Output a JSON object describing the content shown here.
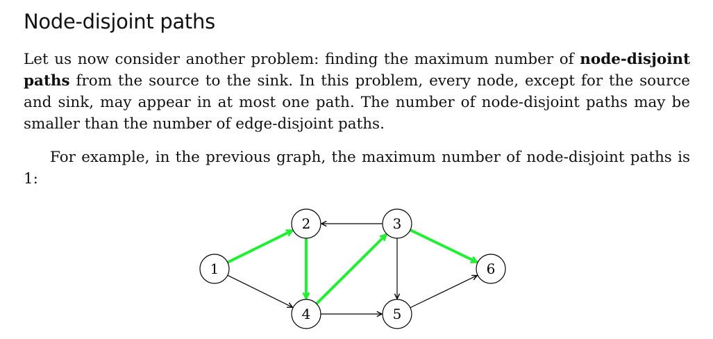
{
  "heading": "Node-disjoint paths",
  "paragraph1": {
    "lead": "Let us now consider another problem: finding the maximum number of ",
    "bold": "node-disjoint paths",
    "tail": " from the source to the sink. In this problem, every node, except for the source and sink, may appear in at most one path. The number of node-disjoint paths may be smaller than the number of edge-disjoint paths."
  },
  "paragraph2": "For example, in the previous graph, the maximum number of node-disjoint paths is 1:",
  "graph": {
    "nodes": [
      {
        "id": "1",
        "label": "1"
      },
      {
        "id": "2",
        "label": "2"
      },
      {
        "id": "3",
        "label": "3"
      },
      {
        "id": "4",
        "label": "4"
      },
      {
        "id": "5",
        "label": "5"
      },
      {
        "id": "6",
        "label": "6"
      }
    ],
    "edges": [
      {
        "from": "1",
        "to": "2",
        "highlighted": true
      },
      {
        "from": "1",
        "to": "4",
        "highlighted": false
      },
      {
        "from": "3",
        "to": "2",
        "highlighted": false
      },
      {
        "from": "2",
        "to": "4",
        "highlighted": true
      },
      {
        "from": "4",
        "to": "3",
        "highlighted": true
      },
      {
        "from": "3",
        "to": "5",
        "highlighted": false
      },
      {
        "from": "4",
        "to": "5",
        "highlighted": false
      },
      {
        "from": "3",
        "to": "6",
        "highlighted": true
      },
      {
        "from": "5",
        "to": "6",
        "highlighted": false
      }
    ],
    "highlight_color": "#22ee33",
    "edge_color": "#000000"
  }
}
